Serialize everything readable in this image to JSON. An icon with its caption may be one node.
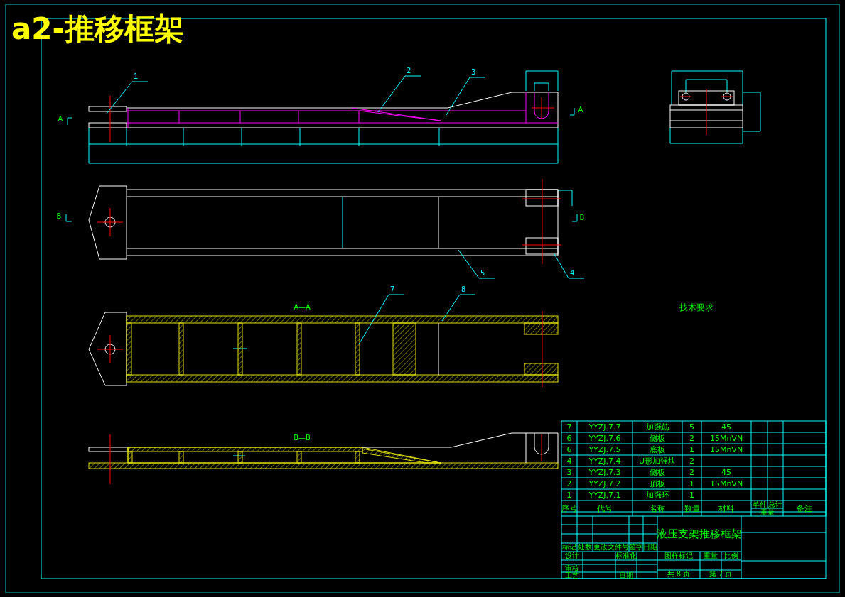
{
  "diagram": {
    "title": "a2-推移框架",
    "nodes": [
      {
        "text": [
          "1"
        ]
      },
      {
        "text": [
          "2"
        ]
      },
      {
        "text": [
          "3"
        ]
      },
      {
        "text": [
          "5"
        ]
      },
      {
        "text": [
          "4"
        ]
      },
      {
        "text": [
          "7"
        ]
      },
      {
        "text": [
          "8"
        ]
      }
    ],
    "edges": [
      {
        "from": 0,
        "to": null,
        "arrow": "none"
      },
      {
        "from": 1,
        "to": null,
        "arrow": "none"
      },
      {
        "from": 2,
        "to": null,
        "arrow": "none"
      },
      {
        "from": 3,
        "to": null,
        "arrow": "none"
      },
      {
        "from": 4,
        "to": null,
        "arrow": "none"
      },
      {
        "from": 5,
        "to": null,
        "arrow": "none"
      },
      {
        "from": 6,
        "to": null,
        "arrow": "none"
      }
    ],
    "labels": [
      "A",
      "A",
      "B",
      "B",
      "A—A",
      "B—B",
      "技术要求",
      "7",
      "YYZJ.7.7",
      "加强筋",
      "5",
      "45",
      "6",
      "YYZJ.7.6",
      "侧板",
      "2",
      "15MnVN",
      "6",
      "YYZJ.7.5",
      "底板",
      "1",
      "15MnVN",
      "4",
      "YYZJ.7.4",
      "U形加强块",
      "2",
      "3",
      "YYZJ.7.3",
      "侧板",
      "2",
      "45",
      "2",
      "YYZJ.7.2",
      "顶板",
      "1",
      "15MnVN",
      "1",
      "YYZJ.7.1",
      "加强环",
      "1",
      "序号",
      "代号",
      "名称",
      "数量",
      "材料",
      "单件",
      "总计",
      "重量",
      "备注",
      "液压支架推移框架",
      "标记",
      "处数",
      "更改文件号",
      "签字",
      "日期",
      "设计",
      "标准化",
      "图样标记",
      "重量",
      "比例",
      "审核",
      "工艺",
      "日期",
      "共 8 页",
      "第 7 页"
    ]
  }
}
